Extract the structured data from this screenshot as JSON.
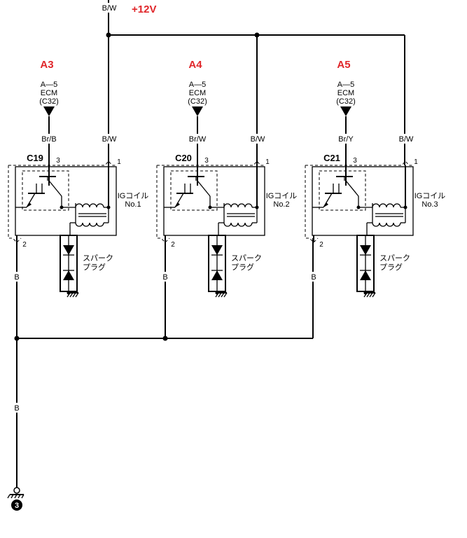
{
  "power": {
    "wire_color": "B/W",
    "voltage_label": "+12V"
  },
  "signal_colors": {
    "accent_red": "#e0262a",
    "line": "#000000"
  },
  "coils": [
    {
      "tag": "A3",
      "ecm_pin": "A—5",
      "ecm_name": "ECM",
      "ecm_conn": "(C32)",
      "signal_wire": "Br/B",
      "power_wire": "B/W",
      "connector": "C19",
      "pin_signal": "3",
      "pin_power": "1",
      "pin_ground": "2",
      "coil_name": "IGコイル",
      "coil_no": "No.1",
      "plug_line1": "スパーク",
      "plug_line2": "プラグ",
      "ground_wire": "B"
    },
    {
      "tag": "A4",
      "ecm_pin": "A—5",
      "ecm_name": "ECM",
      "ecm_conn": "(C32)",
      "signal_wire": "Br/W",
      "power_wire": "B/W",
      "connector": "C20",
      "pin_signal": "3",
      "pin_power": "1",
      "pin_ground": "2",
      "coil_name": "IGコイル",
      "coil_no": "No.2",
      "plug_line1": "スパーク",
      "plug_line2": "プラグ",
      "ground_wire": "B"
    },
    {
      "tag": "A5",
      "ecm_pin": "A—5",
      "ecm_name": "ECM",
      "ecm_conn": "(C32)",
      "signal_wire": "Br/Y",
      "power_wire": "B/W",
      "connector": "C21",
      "pin_signal": "3",
      "pin_power": "1",
      "pin_ground": "2",
      "coil_name": "IGコイル",
      "coil_no": "No.3",
      "plug_line1": "スパーク",
      "plug_line2": "プラグ",
      "ground_wire": "B"
    }
  ],
  "ground": {
    "wire_color": "B",
    "ground_point": "3"
  }
}
